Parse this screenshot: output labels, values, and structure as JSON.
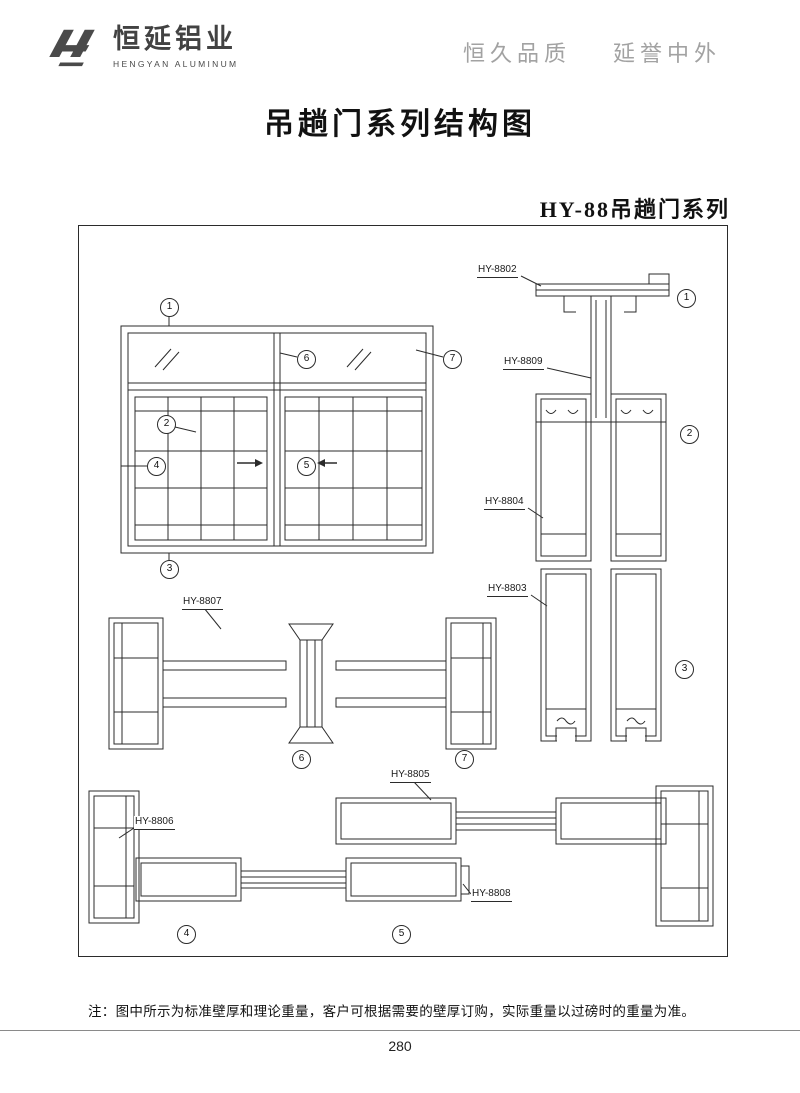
{
  "header": {
    "logo_text": "恒延铝业",
    "logo_subtext": "HENGYAN ALUMINUM",
    "slogan_left": "恒久品质",
    "slogan_right": "延誉中外"
  },
  "page": {
    "title": "吊趟门系列结构图",
    "series_title": "HY-88吊趟门系列",
    "note": "注：图中所示为标准壁厚和理论重量，客户可根据需要的壁厚订购，实际重量以过磅时的重量为准。",
    "page_number": "280"
  },
  "diagram": {
    "callouts": [
      "1",
      "2",
      "3",
      "4",
      "5",
      "6",
      "7"
    ],
    "profile_labels": {
      "hy8802": "HY-8802",
      "hy8809": "HY-8809",
      "hy8804": "HY-8804",
      "hy8803": "HY-8803",
      "hy8807": "HY-8807",
      "hy8805": "HY-8805",
      "hy8806": "HY-8806",
      "hy8808": "HY-8808"
    }
  }
}
